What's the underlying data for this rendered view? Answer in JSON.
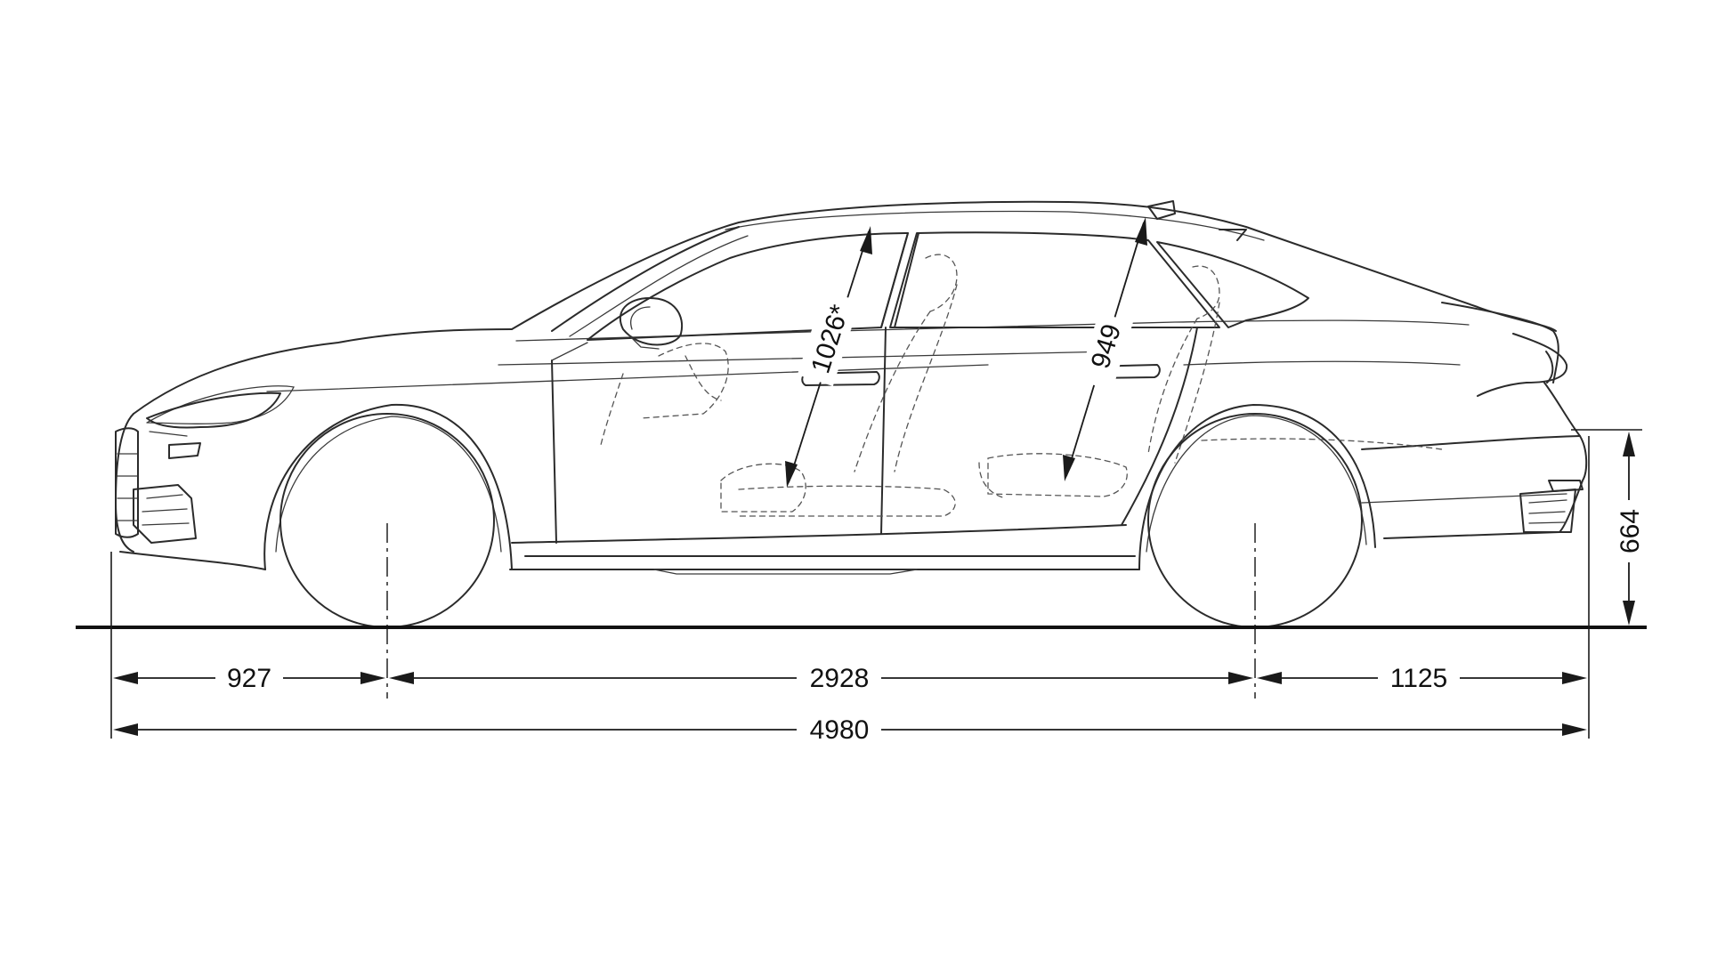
{
  "dimensions": {
    "front_overhang": "927",
    "wheelbase": "2928",
    "rear_overhang": "1125",
    "overall_length": "4980",
    "front_headroom": "1026*",
    "rear_headroom": "949",
    "load_sill_height": "664"
  },
  "colors": {
    "line": "#2b2b2b",
    "background": "#ffffff"
  }
}
